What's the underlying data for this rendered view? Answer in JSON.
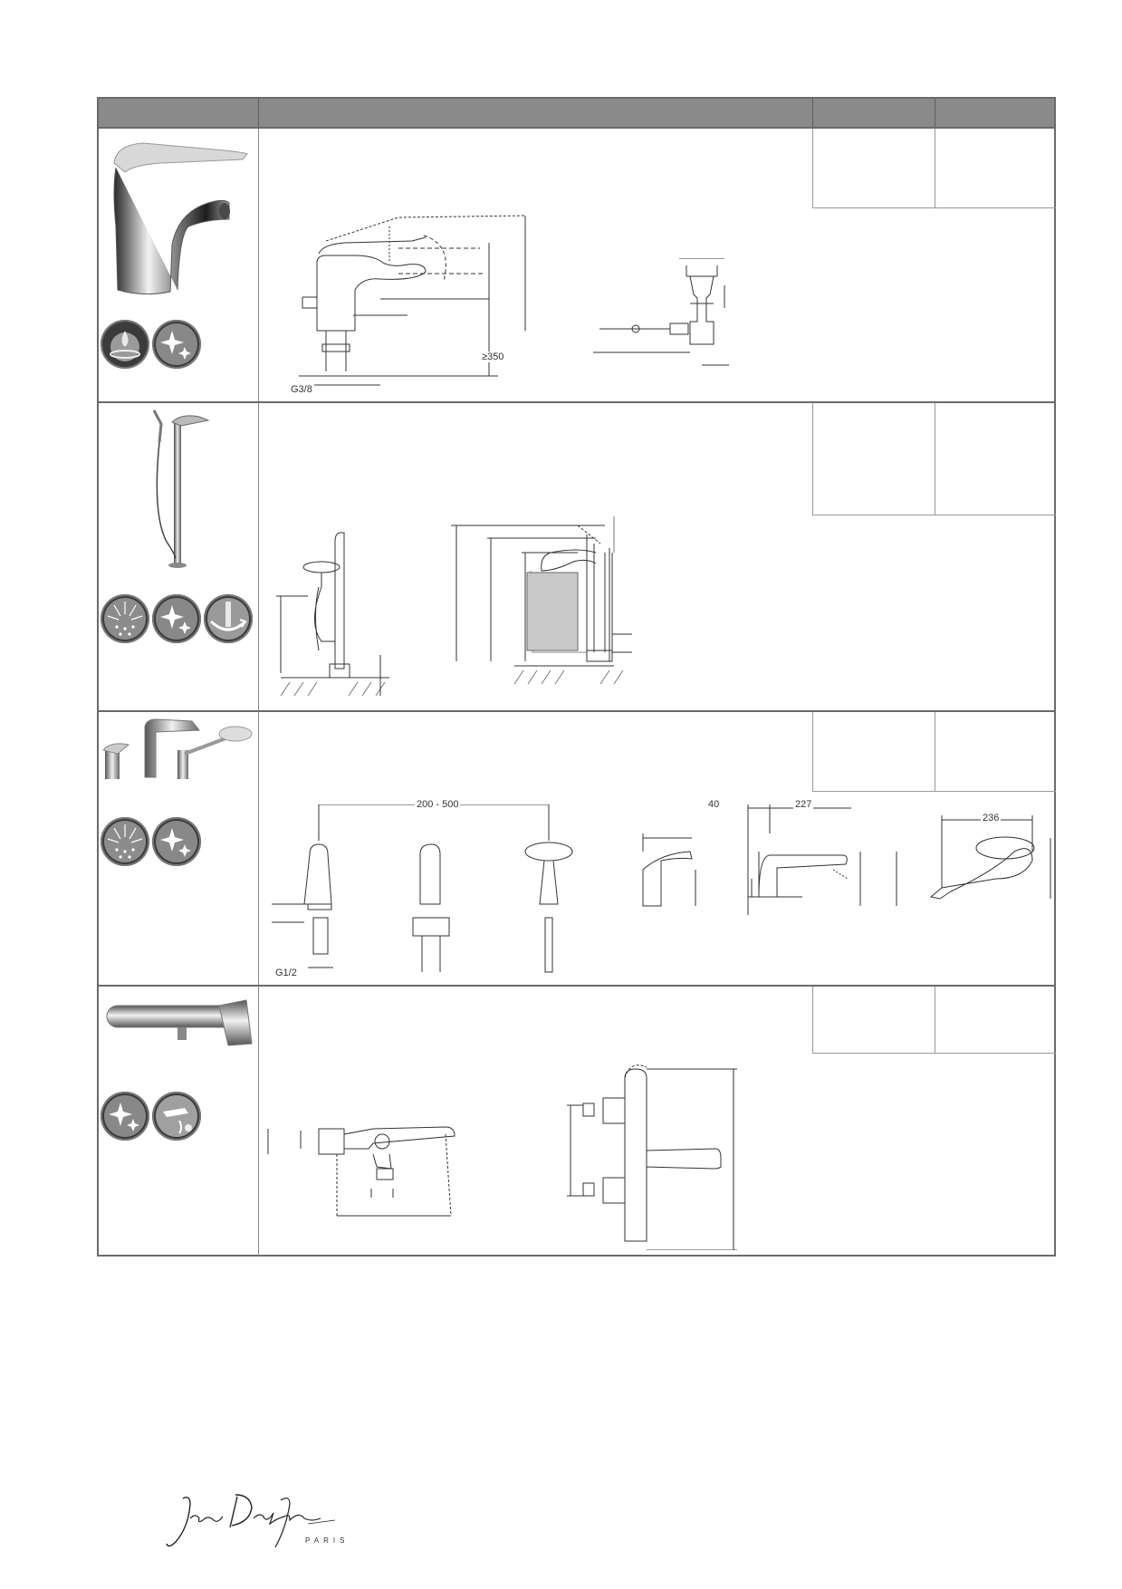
{
  "labels": {
    "min_height": "≥350",
    "thread_bidet": "G3/8",
    "spacing_range": "200 - 500",
    "dim_40": "40",
    "dim_227": "227",
    "dim_236": "236",
    "thread_deck": "G1/2"
  },
  "footer": {
    "brand_signature": "Jacob Delafon",
    "brand_sub": "PARIS"
  },
  "icons": {
    "row1": [
      "water-saving-icon",
      "chrome-finish-icon"
    ],
    "row2": [
      "shower-spray-icon",
      "chrome-finish-icon",
      "swivel-spout-icon"
    ],
    "row3": [
      "shower-spray-icon",
      "chrome-finish-icon"
    ],
    "row4": [
      "chrome-finish-icon",
      "thermostatic-icon"
    ]
  },
  "colors": {
    "header_bg": "#8a8a8a",
    "border": "#6a6a6a",
    "icon_bg": "#3b3b3b"
  }
}
